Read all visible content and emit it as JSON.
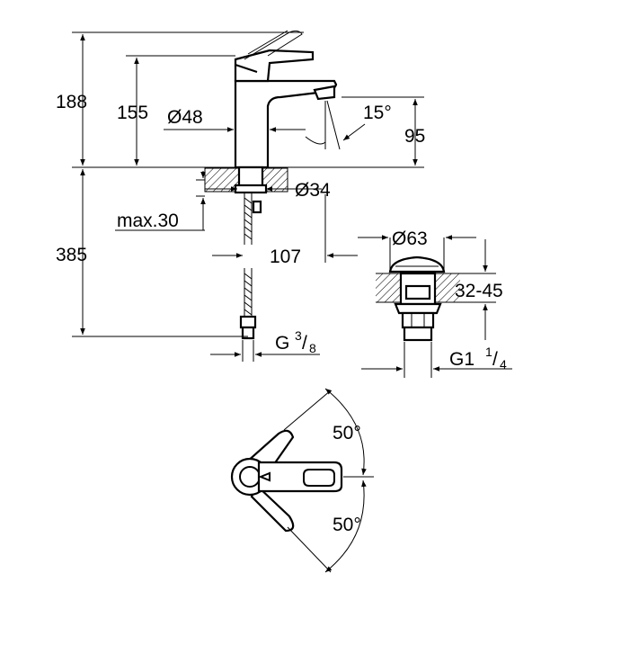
{
  "dimensions": {
    "overall_height": "188",
    "spout_height": "155",
    "body_diameter": "Ø48",
    "spout_angle": "15°",
    "outlet_height": "95",
    "base_diameter": "Ø34",
    "deck_thickness": "max.30",
    "reach": "107",
    "hose_length": "385",
    "hose_connection_g": "G",
    "hose_connection_num": "3",
    "hose_connection_den": "8",
    "waste_diameter": "Ø63",
    "waste_thickness": "32-45",
    "waste_thread_g": "G1",
    "waste_thread_num": "1",
    "waste_thread_den": "4",
    "lever_angle_left": "50°",
    "lever_angle_right": "50°"
  },
  "colors": {
    "line": "#000000",
    "background": "#ffffff"
  }
}
